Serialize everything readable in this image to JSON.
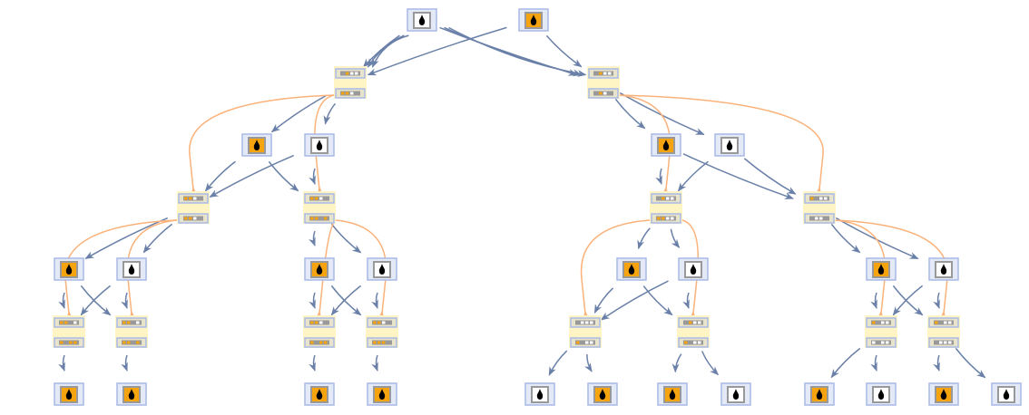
{
  "colors": {
    "edge_blue": "#6a80a8",
    "edge_orange": "#fbb27a",
    "drop_frame": "#a9b9e6",
    "drop_frame_bg": "#e4e9f7",
    "orange_cell": "#f5a30e",
    "white_cell": "#ffffff",
    "gray_border": "#999999",
    "state_bg": "#fff4c4",
    "state_row_bg": "#e8e4cc",
    "state_row_border": "#a9b9e6",
    "drop_glyph": "#000000"
  },
  "nodes": [
    {
      "id": "d0a",
      "kind": "drop",
      "fill": "white"
    },
    {
      "id": "d0b",
      "kind": "drop",
      "fill": "orange"
    },
    {
      "id": "s1a",
      "kind": "state",
      "rows": [
        [
          "g",
          "o",
          "w",
          "w"
        ],
        [
          "o",
          "o",
          "w",
          "g"
        ]
      ]
    },
    {
      "id": "s1b",
      "kind": "state",
      "rows": [
        [
          "g",
          "o",
          "w",
          "w"
        ],
        [
          "g",
          "o",
          "w",
          "g"
        ]
      ]
    },
    {
      "id": "d2a",
      "kind": "drop",
      "fill": "orange"
    },
    {
      "id": "d2b",
      "kind": "drop",
      "fill": "white"
    },
    {
      "id": "d2c",
      "kind": "drop",
      "fill": "orange"
    },
    {
      "id": "d2d",
      "kind": "drop",
      "fill": "white"
    },
    {
      "id": "s3a",
      "kind": "state",
      "rows": [
        [
          "o",
          "o",
          "w",
          "g"
        ],
        [
          "o",
          "o",
          "w",
          "g"
        ]
      ]
    },
    {
      "id": "s3b",
      "kind": "state",
      "rows": [
        [
          "o",
          "o",
          "w",
          "g"
        ],
        [
          "o",
          "o",
          "g",
          "o"
        ]
      ]
    },
    {
      "id": "s3c",
      "kind": "state",
      "rows": [
        [
          "g",
          "o",
          "w",
          "w"
        ],
        [
          "o",
          "o",
          "w",
          "w"
        ]
      ]
    },
    {
      "id": "s3d",
      "kind": "state",
      "rows": [
        [
          "o",
          "g",
          "w",
          "w"
        ],
        [
          "g",
          "w",
          "w",
          "g"
        ]
      ]
    },
    {
      "id": "d4a",
      "kind": "drop",
      "fill": "orange"
    },
    {
      "id": "d4b",
      "kind": "drop",
      "fill": "white"
    },
    {
      "id": "d4c",
      "kind": "drop",
      "fill": "orange"
    },
    {
      "id": "d4d",
      "kind": "drop",
      "fill": "white"
    },
    {
      "id": "d4e",
      "kind": "drop",
      "fill": "orange"
    },
    {
      "id": "d4f",
      "kind": "drop",
      "fill": "white"
    },
    {
      "id": "d4g",
      "kind": "drop",
      "fill": "orange"
    },
    {
      "id": "d4h",
      "kind": "drop",
      "fill": "white"
    },
    {
      "id": "s5a",
      "kind": "state",
      "rows": [
        [
          "o",
          "o",
          "g",
          "w"
        ],
        [
          "o",
          "g",
          "o",
          "o"
        ]
      ]
    },
    {
      "id": "s5b",
      "kind": "state",
      "rows": [
        [
          "o",
          "o",
          "g",
          "w"
        ],
        [
          "o",
          "o",
          "g",
          "o"
        ]
      ]
    },
    {
      "id": "s5c",
      "kind": "state",
      "rows": [
        [
          "o",
          "o",
          "w",
          "g"
        ],
        [
          "o",
          "g",
          "o",
          "o"
        ]
      ]
    },
    {
      "id": "s5d",
      "kind": "state",
      "rows": [
        [
          "o",
          "o",
          "w",
          "g"
        ],
        [
          "o",
          "o",
          "o",
          "g"
        ]
      ]
    },
    {
      "id": "s5e",
      "kind": "state",
      "rows": [
        [
          "g",
          "w",
          "w",
          "w"
        ],
        [
          "o",
          "g",
          "w",
          "w"
        ]
      ]
    },
    {
      "id": "s5f",
      "kind": "state",
      "rows": [
        [
          "g",
          "o",
          "w",
          "w"
        ],
        [
          "o",
          "g",
          "w",
          "w"
        ]
      ]
    },
    {
      "id": "s5g",
      "kind": "state",
      "rows": [
        [
          "o",
          "g",
          "w",
          "w"
        ],
        [
          "w",
          "g",
          "w",
          "w"
        ]
      ]
    },
    {
      "id": "s5h",
      "kind": "state",
      "rows": [
        [
          "o",
          "g",
          "w",
          "w"
        ],
        [
          "g",
          "w",
          "w",
          "w"
        ]
      ]
    },
    {
      "id": "d6a",
      "kind": "drop",
      "fill": "orange"
    },
    {
      "id": "d6b",
      "kind": "drop",
      "fill": "orange"
    },
    {
      "id": "d6c",
      "kind": "drop",
      "fill": "orange"
    },
    {
      "id": "d6d",
      "kind": "drop",
      "fill": "orange"
    },
    {
      "id": "d6e",
      "kind": "drop",
      "fill": "white"
    },
    {
      "id": "d6f",
      "kind": "drop",
      "fill": "orange"
    },
    {
      "id": "d6g",
      "kind": "drop",
      "fill": "orange"
    },
    {
      "id": "d6h",
      "kind": "drop",
      "fill": "white"
    },
    {
      "id": "d6i",
      "kind": "drop",
      "fill": "orange"
    },
    {
      "id": "d6j",
      "kind": "drop",
      "fill": "white"
    },
    {
      "id": "d6k",
      "kind": "drop",
      "fill": "orange"
    },
    {
      "id": "d6l",
      "kind": "drop",
      "fill": "white"
    }
  ],
  "edges": [
    [
      "d0a",
      "s1a",
      "blue"
    ],
    [
      "d0a",
      "s1a",
      "blue"
    ],
    [
      "d0a",
      "s1a",
      "blue"
    ],
    [
      "d0b",
      "s1a",
      "blue"
    ],
    [
      "d0a",
      "s1b",
      "blue"
    ],
    [
      "d0a",
      "s1b",
      "blue"
    ],
    [
      "d0a",
      "s1b",
      "blue"
    ],
    [
      "d0b",
      "s1b",
      "blue"
    ],
    [
      "s1a",
      "d2a",
      "blue"
    ],
    [
      "s1a",
      "d2b",
      "blue"
    ],
    [
      "s1b",
      "d2c",
      "blue"
    ],
    [
      "s1b",
      "d2d",
      "blue"
    ],
    [
      "s1a",
      "s3a",
      "orange"
    ],
    [
      "s1a",
      "s3b",
      "orange"
    ],
    [
      "s1b",
      "s3c",
      "orange"
    ],
    [
      "s1b",
      "s3d",
      "orange"
    ],
    [
      "d2a",
      "s3a",
      "blue"
    ],
    [
      "d2b",
      "s3a",
      "blue"
    ],
    [
      "d2a",
      "s3b",
      "blue"
    ],
    [
      "d2b",
      "s3b",
      "blue"
    ],
    [
      "d2c",
      "s3c",
      "blue"
    ],
    [
      "d2d",
      "s3c",
      "blue"
    ],
    [
      "d2c",
      "s3d",
      "blue"
    ],
    [
      "d2d",
      "s3d",
      "blue"
    ],
    [
      "s3a",
      "d4a",
      "blue"
    ],
    [
      "s3a",
      "d4b",
      "blue"
    ],
    [
      "s3b",
      "d4c",
      "blue"
    ],
    [
      "s3b",
      "d4d",
      "blue"
    ],
    [
      "s3c",
      "d4e",
      "blue"
    ],
    [
      "s3c",
      "d4f",
      "blue"
    ],
    [
      "s3d",
      "d4g",
      "blue"
    ],
    [
      "s3d",
      "d4h",
      "blue"
    ],
    [
      "s3a",
      "s5a",
      "orange"
    ],
    [
      "s3a",
      "s5b",
      "orange"
    ],
    [
      "s3b",
      "s5c",
      "orange"
    ],
    [
      "s3b",
      "s5d",
      "orange"
    ],
    [
      "s3c",
      "s5e",
      "orange"
    ],
    [
      "s3c",
      "s5f",
      "orange"
    ],
    [
      "s3d",
      "s5g",
      "orange"
    ],
    [
      "s3d",
      "s5h",
      "orange"
    ],
    [
      "d4a",
      "s5a",
      "blue"
    ],
    [
      "d4b",
      "s5b",
      "blue"
    ],
    [
      "d4a",
      "s5b",
      "blue"
    ],
    [
      "d4b",
      "s5a",
      "blue"
    ],
    [
      "d4c",
      "s5c",
      "blue"
    ],
    [
      "d4d",
      "s5d",
      "blue"
    ],
    [
      "d4c",
      "s5d",
      "blue"
    ],
    [
      "d4d",
      "s5c",
      "blue"
    ],
    [
      "d4e",
      "s5e",
      "blue"
    ],
    [
      "d4f",
      "s5f",
      "blue"
    ],
    [
      "d4e",
      "s5f",
      "blue"
    ],
    [
      "d4f",
      "s5e",
      "blue"
    ],
    [
      "d4g",
      "s5g",
      "blue"
    ],
    [
      "d4h",
      "s5h",
      "blue"
    ],
    [
      "d4g",
      "s5h",
      "blue"
    ],
    [
      "d4h",
      "s5g",
      "blue"
    ],
    [
      "s5a",
      "d6a",
      "blue"
    ],
    [
      "s5b",
      "d6b",
      "blue"
    ],
    [
      "s5c",
      "d6c",
      "blue"
    ],
    [
      "s5d",
      "d6d",
      "blue"
    ],
    [
      "s5e",
      "d6e",
      "blue"
    ],
    [
      "s5e",
      "d6f",
      "blue"
    ],
    [
      "s5f",
      "d6g",
      "blue"
    ],
    [
      "s5f",
      "d6h",
      "blue"
    ],
    [
      "s5g",
      "d6i",
      "blue"
    ],
    [
      "s5g",
      "d6j",
      "blue"
    ],
    [
      "s5h",
      "d6k",
      "blue"
    ],
    [
      "s5h",
      "d6l",
      "blue"
    ]
  ]
}
